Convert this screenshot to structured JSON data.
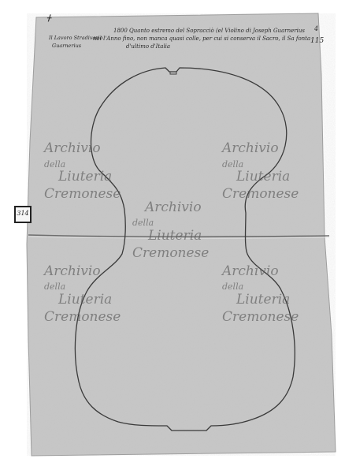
{
  "document": {
    "catalog_number": "314",
    "corner_mark": "ᚋ",
    "header_number_top": "4",
    "header_number": "115",
    "header_line_1": "1800 Quanto estremo del Sopracciò (el Violino di Joseph Guarnerius",
    "header_line_2": "nel l'Anno fino, non manca quasi colle, per cui si conserva il Sacro, il Sa fonta",
    "header_line_3": "d'ultimo d'Italia",
    "left_note_1": "Il Lavoro Stradivario",
    "left_note_2": "Guarnerius"
  },
  "watermark": {
    "line_1": "Archivio",
    "line_2": "della",
    "line_3": "Liuteria",
    "line_4": "Cremonese"
  },
  "colors": {
    "paper": "#c8c8c8",
    "ink": "#2a2a2a",
    "watermark": "#5f5f5f"
  }
}
